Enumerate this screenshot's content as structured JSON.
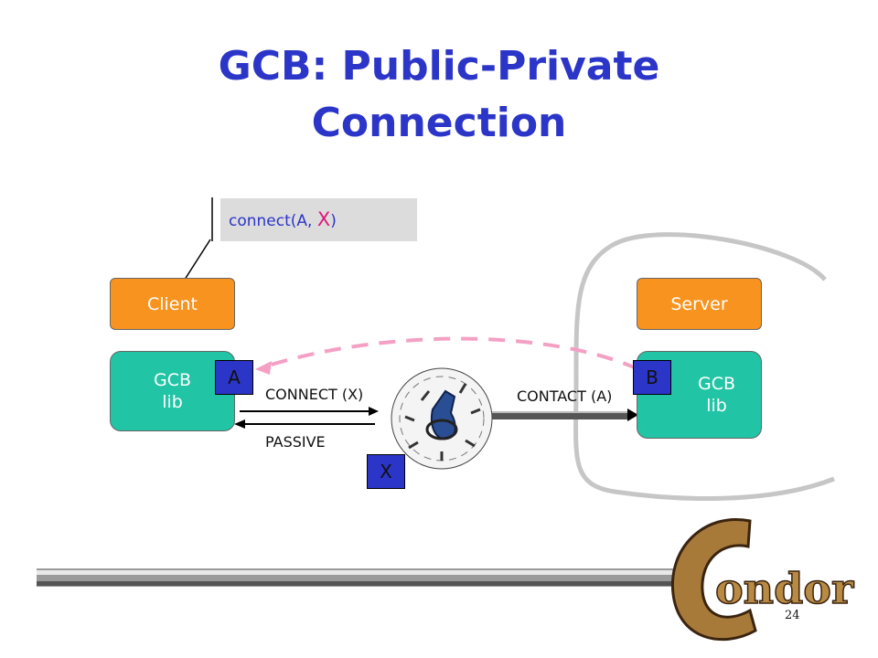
{
  "slide": {
    "title_line1": "GCB: Public-Private",
    "title_line2": "Connection",
    "page_number": "24"
  },
  "callout": {
    "text_prefix": "connect(A, ",
    "text_x": "X",
    "text_suffix": ")"
  },
  "client": {
    "label": "Client",
    "lib_line1": "GCB",
    "lib_line2": "lib",
    "port": "A"
  },
  "server": {
    "label": "Server",
    "lib_line1": "GCB",
    "lib_line2": "lib",
    "port": "B"
  },
  "gateway": {
    "port": "X"
  },
  "arrows": {
    "connect": "CONNECT (X)",
    "passive": "PASSIVE",
    "contact": "CONTACT (A)"
  },
  "logo": {
    "text": "Condor"
  },
  "colors": {
    "title": "#2b35c8",
    "orange": "#f7931e",
    "teal": "#21c4a4",
    "port": "#2b35c8",
    "dash": "#f4a0c4"
  }
}
